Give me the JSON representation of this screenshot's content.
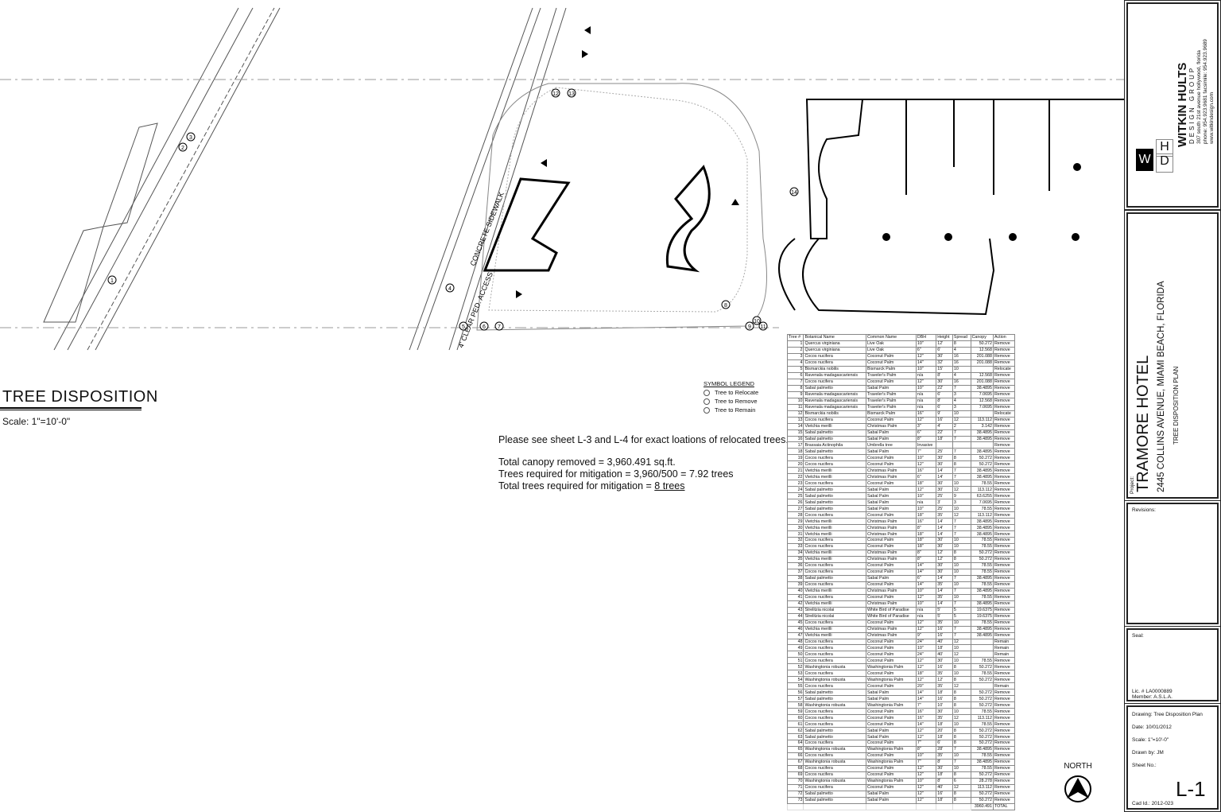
{
  "sheet": {
    "title": "TREE DISPOSITION",
    "scale": "Scale: 1\"=10'-0\""
  },
  "notes": {
    "line1": "Please see sheet L-3 and L-4 for exact loations of relocated trees.",
    "line2": "Total canopy removed = 3,960.491 sq.ft.",
    "line3": "Trees required for mitigation = 3,960/500 = 7.92 trees",
    "line4_prefix": "Total trees required for mitigation = ",
    "line4_value": "8 trees"
  },
  "legend": {
    "title": "SYMBOL LEGEND",
    "items": [
      "Tree to Relocate",
      "Tree to Remove",
      "Tree to Remain"
    ]
  },
  "plan_labels": {
    "sidewalk": "CONCRETE SIDEWALK",
    "access": "4' CLEAR PED. ACCESS",
    "tree_tags": [
      "1",
      "2",
      "3",
      "4",
      "5",
      "6",
      "7",
      "8",
      "9",
      "10",
      "11",
      "12",
      "13",
      "14"
    ],
    "north": "NORTH"
  },
  "table": {
    "headers": [
      "Tree #",
      "Botanical Name",
      "Common Name",
      "DBH",
      "Height",
      "Spread",
      "Canopy",
      "Action"
    ],
    "rows": [
      [
        "1",
        "Quercus virginiana",
        "Live Oak",
        "10\"",
        "12'",
        "8",
        "50.272",
        "Remove"
      ],
      [
        "2",
        "Quercus virginiana",
        "Live Oak",
        "6\"",
        "6'",
        "4",
        "12.568",
        "Remove"
      ],
      [
        "3",
        "Cocos nucifera",
        "Coconut Palm",
        "12\"",
        "30'",
        "16",
        "201.088",
        "Remove"
      ],
      [
        "4",
        "Cocos nucifera",
        "Coconut Palm",
        "14\"",
        "32'",
        "16",
        "201.088",
        "Remove"
      ],
      [
        "5",
        "Bismarckia nobilis",
        "Bismarck Palm",
        "10\"",
        "15'",
        "10",
        "",
        "Relocate"
      ],
      [
        "6",
        "Ravenala madagascariensis",
        "Traveler's Palm",
        "n/a",
        "8'",
        "4",
        "12.568",
        "Remove"
      ],
      [
        "7",
        "Cocos nucifera",
        "Coconut Palm",
        "12\"",
        "30'",
        "16",
        "201.088",
        "Remove"
      ],
      [
        "8",
        "Sabal palmetto",
        "Sabal Palm",
        "10\"",
        "22'",
        "7",
        "38.4895",
        "Remove"
      ],
      [
        "9",
        "Ravenala madagascariensis",
        "Traveler's Palm",
        "n/a",
        "6'",
        "3",
        "7.0695",
        "Remove"
      ],
      [
        "10",
        "Ravenala madagascariensis",
        "Traveler's Palm",
        "n/a",
        "8'",
        "4",
        "12.568",
        "Remove"
      ],
      [
        "11",
        "Ravenala madagascariensis",
        "Traveler's Palm",
        "n/a",
        "6'",
        "3",
        "7.0695",
        "Remove"
      ],
      [
        "12",
        "Bismarckia nobilis",
        "Bismarck Palm",
        "16\"",
        "9'",
        "10",
        "",
        "Relocate"
      ],
      [
        "13",
        "Cocos nucifera",
        "Coconut Palm",
        "12\"",
        "16'",
        "12",
        "113.112",
        "Remove"
      ],
      [
        "14",
        "Vietchia merilli",
        "Christmas Palm",
        "3\"",
        "4'",
        "2",
        "3.142",
        "Remove"
      ],
      [
        "15",
        "Sabal palmetto",
        "Sabal Palm",
        "6\"",
        "22'",
        "7",
        "38.4895",
        "Remove"
      ],
      [
        "16",
        "Sabal palmetto",
        "Sabal Palm",
        "8\"",
        "18'",
        "7",
        "38.4895",
        "Remove"
      ],
      [
        "17",
        "Brassaia Actinophila",
        "Umbrella tree",
        "Invasive",
        "",
        "",
        "",
        "Remove"
      ],
      [
        "18",
        "Sabal palmetto",
        "Sabal Palm",
        "7\"",
        "25'",
        "7",
        "38.4895",
        "Remove"
      ],
      [
        "19",
        "Cocos nucifera",
        "Coconut Palm",
        "10\"",
        "30'",
        "8",
        "50.272",
        "Remove"
      ],
      [
        "20",
        "Cocos nucifera",
        "Coconut Palm",
        "12\"",
        "30'",
        "8",
        "50.272",
        "Remove"
      ],
      [
        "21",
        "Vietchia merilli",
        "Christmas Palm",
        "16\"",
        "14'",
        "7",
        "38.4895",
        "Remove"
      ],
      [
        "22",
        "Vietchia merilli",
        "Christmas Palm",
        "6\"",
        "14'",
        "7",
        "38.4895",
        "Remove"
      ],
      [
        "23",
        "Cocos nucifera",
        "Coconut Palm",
        "18\"",
        "30'",
        "10",
        "78.55",
        "Remove"
      ],
      [
        "24",
        "Sabal palmetto",
        "Sabal Palm",
        "12\"",
        "30'",
        "12",
        "113.112",
        "Remove"
      ],
      [
        "25",
        "Sabal palmetto",
        "Sabal Palm",
        "10\"",
        "25'",
        "9",
        "63.6255",
        "Remove"
      ],
      [
        "26",
        "Sabal palmetto",
        "Sabal Palm",
        "n/a",
        "3'",
        "3",
        "7.0695",
        "Remove"
      ],
      [
        "27",
        "Sabal palmetto",
        "Sabal Palm",
        "10\"",
        "25'",
        "10",
        "78.55",
        "Remove"
      ],
      [
        "28",
        "Cocos nucifera",
        "Coconut Palm",
        "18\"",
        "35'",
        "12",
        "113.112",
        "Remove"
      ],
      [
        "29",
        "Vietchia merilli",
        "Christmas Palm",
        "16\"",
        "14'",
        "7",
        "38.4895",
        "Remove"
      ],
      [
        "30",
        "Vietchia merilli",
        "Christmas Palm",
        "8\"",
        "14'",
        "7",
        "38.4895",
        "Remove"
      ],
      [
        "31",
        "Vietchia merilli",
        "Christmas Palm",
        "18\"",
        "14'",
        "7",
        "38.4895",
        "Remove"
      ],
      [
        "32",
        "Cocos nucifera",
        "Coconut Palm",
        "18\"",
        "30'",
        "10",
        "78.55",
        "Remove"
      ],
      [
        "33",
        "Cocos nucifera",
        "Coconut Palm",
        "18\"",
        "30'",
        "10",
        "78.55",
        "Remove"
      ],
      [
        "34",
        "Vietchia merilli",
        "Christmas Palm",
        "8\"",
        "12'",
        "8",
        "50.272",
        "Remove"
      ],
      [
        "35",
        "Vietchia merilli",
        "Christmas Palm",
        "8\"",
        "12'",
        "8",
        "50.272",
        "Remove"
      ],
      [
        "36",
        "Cocos nucifera",
        "Coconut Palm",
        "14\"",
        "30'",
        "10",
        "78.55",
        "Remove"
      ],
      [
        "37",
        "Cocos nucifera",
        "Coconut Palm",
        "14\"",
        "30'",
        "10",
        "78.55",
        "Remove"
      ],
      [
        "38",
        "Sabal palmetto",
        "Sabal Palm",
        "6\"",
        "14'",
        "7",
        "38.4895",
        "Remove"
      ],
      [
        "39",
        "Cocos nucifera",
        "Coconut Palm",
        "14\"",
        "35'",
        "10",
        "78.55",
        "Remove"
      ],
      [
        "40",
        "Vietchia merilli",
        "Christmas Palm",
        "10\"",
        "14'",
        "7",
        "38.4895",
        "Remove"
      ],
      [
        "41",
        "Cocos nucifera",
        "Coconut Palm",
        "12\"",
        "35'",
        "10",
        "78.55",
        "Remove"
      ],
      [
        "42",
        "Vietchia merilli",
        "Christmas Palm",
        "10\"",
        "14'",
        "7",
        "38.4895",
        "Remove"
      ],
      [
        "43",
        "Strelitzia nicolai",
        "White Bird of Paradise",
        "n/a",
        "5'",
        "5",
        "19.6375",
        "Remove"
      ],
      [
        "44",
        "Strelitzia nicolai",
        "White Bird of Paradise",
        "n/a",
        "5'",
        "5",
        "19.6375",
        "Remove"
      ],
      [
        "45",
        "Cocos nucifera",
        "Coconut Palm",
        "12\"",
        "35'",
        "10",
        "78.55",
        "Remove"
      ],
      [
        "46",
        "Vietchia merilli",
        "Christmas Palm",
        "12\"",
        "16'",
        "7",
        "38.4895",
        "Remove"
      ],
      [
        "47",
        "Vietchia merilli",
        "Christmas Palm",
        "9\"",
        "16'",
        "7",
        "38.4895",
        "Remove"
      ],
      [
        "48",
        "Cocos nucifera",
        "Coconut Palm",
        "24\"",
        "40'",
        "12",
        "",
        "Remain"
      ],
      [
        "49",
        "Cocos nucifera",
        "Coconut Palm",
        "10\"",
        "18'",
        "10",
        "",
        "Remain"
      ],
      [
        "50",
        "Cocos nucifera",
        "Coconut Palm",
        "24\"",
        "40'",
        "12",
        "",
        "Remain"
      ],
      [
        "51",
        "Cocos nucifera",
        "Coconut Palm",
        "12\"",
        "30'",
        "10",
        "78.55",
        "Remove"
      ],
      [
        "52",
        "Washingtonia robusta",
        "Washingtonia Palm",
        "12\"",
        "16'",
        "8",
        "50.272",
        "Remove"
      ],
      [
        "53",
        "Cocos nucifera",
        "Coconut Palm",
        "18\"",
        "35'",
        "10",
        "78.55",
        "Remove"
      ],
      [
        "54",
        "Washingtonia robusta",
        "Washingtonia Palm",
        "12\"",
        "12'",
        "8",
        "50.272",
        "Remove"
      ],
      [
        "55",
        "Cocos nucifera",
        "Coconut Palm",
        "20\"",
        "35'",
        "12",
        "",
        "Remain"
      ],
      [
        "56",
        "Sabal palmetto",
        "Sabal Palm",
        "14\"",
        "18'",
        "8",
        "50.272",
        "Remove"
      ],
      [
        "57",
        "Sabal palmetto",
        "Sabal Palm",
        "14\"",
        "16'",
        "8",
        "50.272",
        "Remove"
      ],
      [
        "58",
        "Washingtonia robusta",
        "Washingtonia Palm",
        "7\"",
        "10'",
        "8",
        "50.272",
        "Remove"
      ],
      [
        "59",
        "Cocos nucifera",
        "Coconut Palm",
        "16\"",
        "30'",
        "10",
        "78.55",
        "Remove"
      ],
      [
        "60",
        "Cocos nucifera",
        "Coconut Palm",
        "16\"",
        "35'",
        "12",
        "113.112",
        "Remove"
      ],
      [
        "61",
        "Cocos nucifera",
        "Coconut Palm",
        "14\"",
        "18'",
        "10",
        "78.55",
        "Remove"
      ],
      [
        "62",
        "Sabal palmetto",
        "Sabal Palm",
        "12\"",
        "20'",
        "8",
        "50.272",
        "Remove"
      ],
      [
        "63",
        "Sabal palmetto",
        "Sabal Palm",
        "12\"",
        "18'",
        "8",
        "50.272",
        "Remove"
      ],
      [
        "64",
        "Cocos nucifera",
        "Coconut Palm",
        "7\"",
        "6'",
        "8",
        "50.272",
        "Remove"
      ],
      [
        "65",
        "Washingtonia robusta",
        "Washingtonia Palm",
        "8\"",
        "28'",
        "7",
        "38.4895",
        "Remove"
      ],
      [
        "66",
        "Cocos nucifera",
        "Coconut Palm",
        "10\"",
        "35'",
        "10",
        "78.55",
        "Remove"
      ],
      [
        "67",
        "Washingtonia robusta",
        "Washingtonia Palm",
        "7\"",
        "8'",
        "7",
        "38.4895",
        "Remove"
      ],
      [
        "68",
        "Cocos nucifera",
        "Coconut Palm",
        "12\"",
        "30'",
        "10",
        "78.55",
        "Remove"
      ],
      [
        "69",
        "Cocos nucifera",
        "Coconut Palm",
        "12\"",
        "18'",
        "8",
        "50.272",
        "Remove"
      ],
      [
        "70",
        "Washingtonia robusta",
        "Washingtonia Palm",
        "10\"",
        "8'",
        "6",
        "28.278",
        "Remove"
      ],
      [
        "71",
        "Cocos nucifera",
        "Coconut Palm",
        "12\"",
        "40'",
        "12",
        "113.112",
        "Remove"
      ],
      [
        "72",
        "Sabal palmetto",
        "Sabal Palm",
        "12\"",
        "16'",
        "8",
        "50.272",
        "Remove"
      ],
      [
        "73",
        "Sabal palmetto",
        "Sabal Palm",
        "12\"",
        "18'",
        "8",
        "50.272",
        "Remove"
      ]
    ],
    "total_value": "3960.491",
    "total_label": "TOTAL"
  },
  "title_block": {
    "firm": "WITKIN HULTS",
    "firm_sub": "DESIGN GROUP",
    "address": "307 south 21st avenue   hollywood, florida",
    "phone": "phone: 954.923.9681  facsimile: 954.923.9689",
    "web": "www.witkindesign.com",
    "logo_letters": [
      "W",
      "H",
      "D"
    ],
    "project_label": "Project:",
    "project_name": "TRAMORE HOTEL",
    "project_address": "2445 COLLINS AVENUE, MIAMI BEACH, FLORIDA",
    "project_sheet": "TREE DISPOSITION PLAN",
    "revisions_label": "Revisions:",
    "seal_label": "Seal:",
    "license": "Lic. # LA0000889",
    "member": "Member: A.S.L.A.",
    "drawing": "Drawing: Tree Disposition Plan",
    "date": "Date:  10/01/2012",
    "scale": "Scale: 1\"=10'-0\"",
    "drawn_by": "Drawn by: JM",
    "sheet_no_label": "Sheet No.:",
    "sheet_no": "L-1",
    "cad_id": "Cad Id.: 2012-023"
  }
}
